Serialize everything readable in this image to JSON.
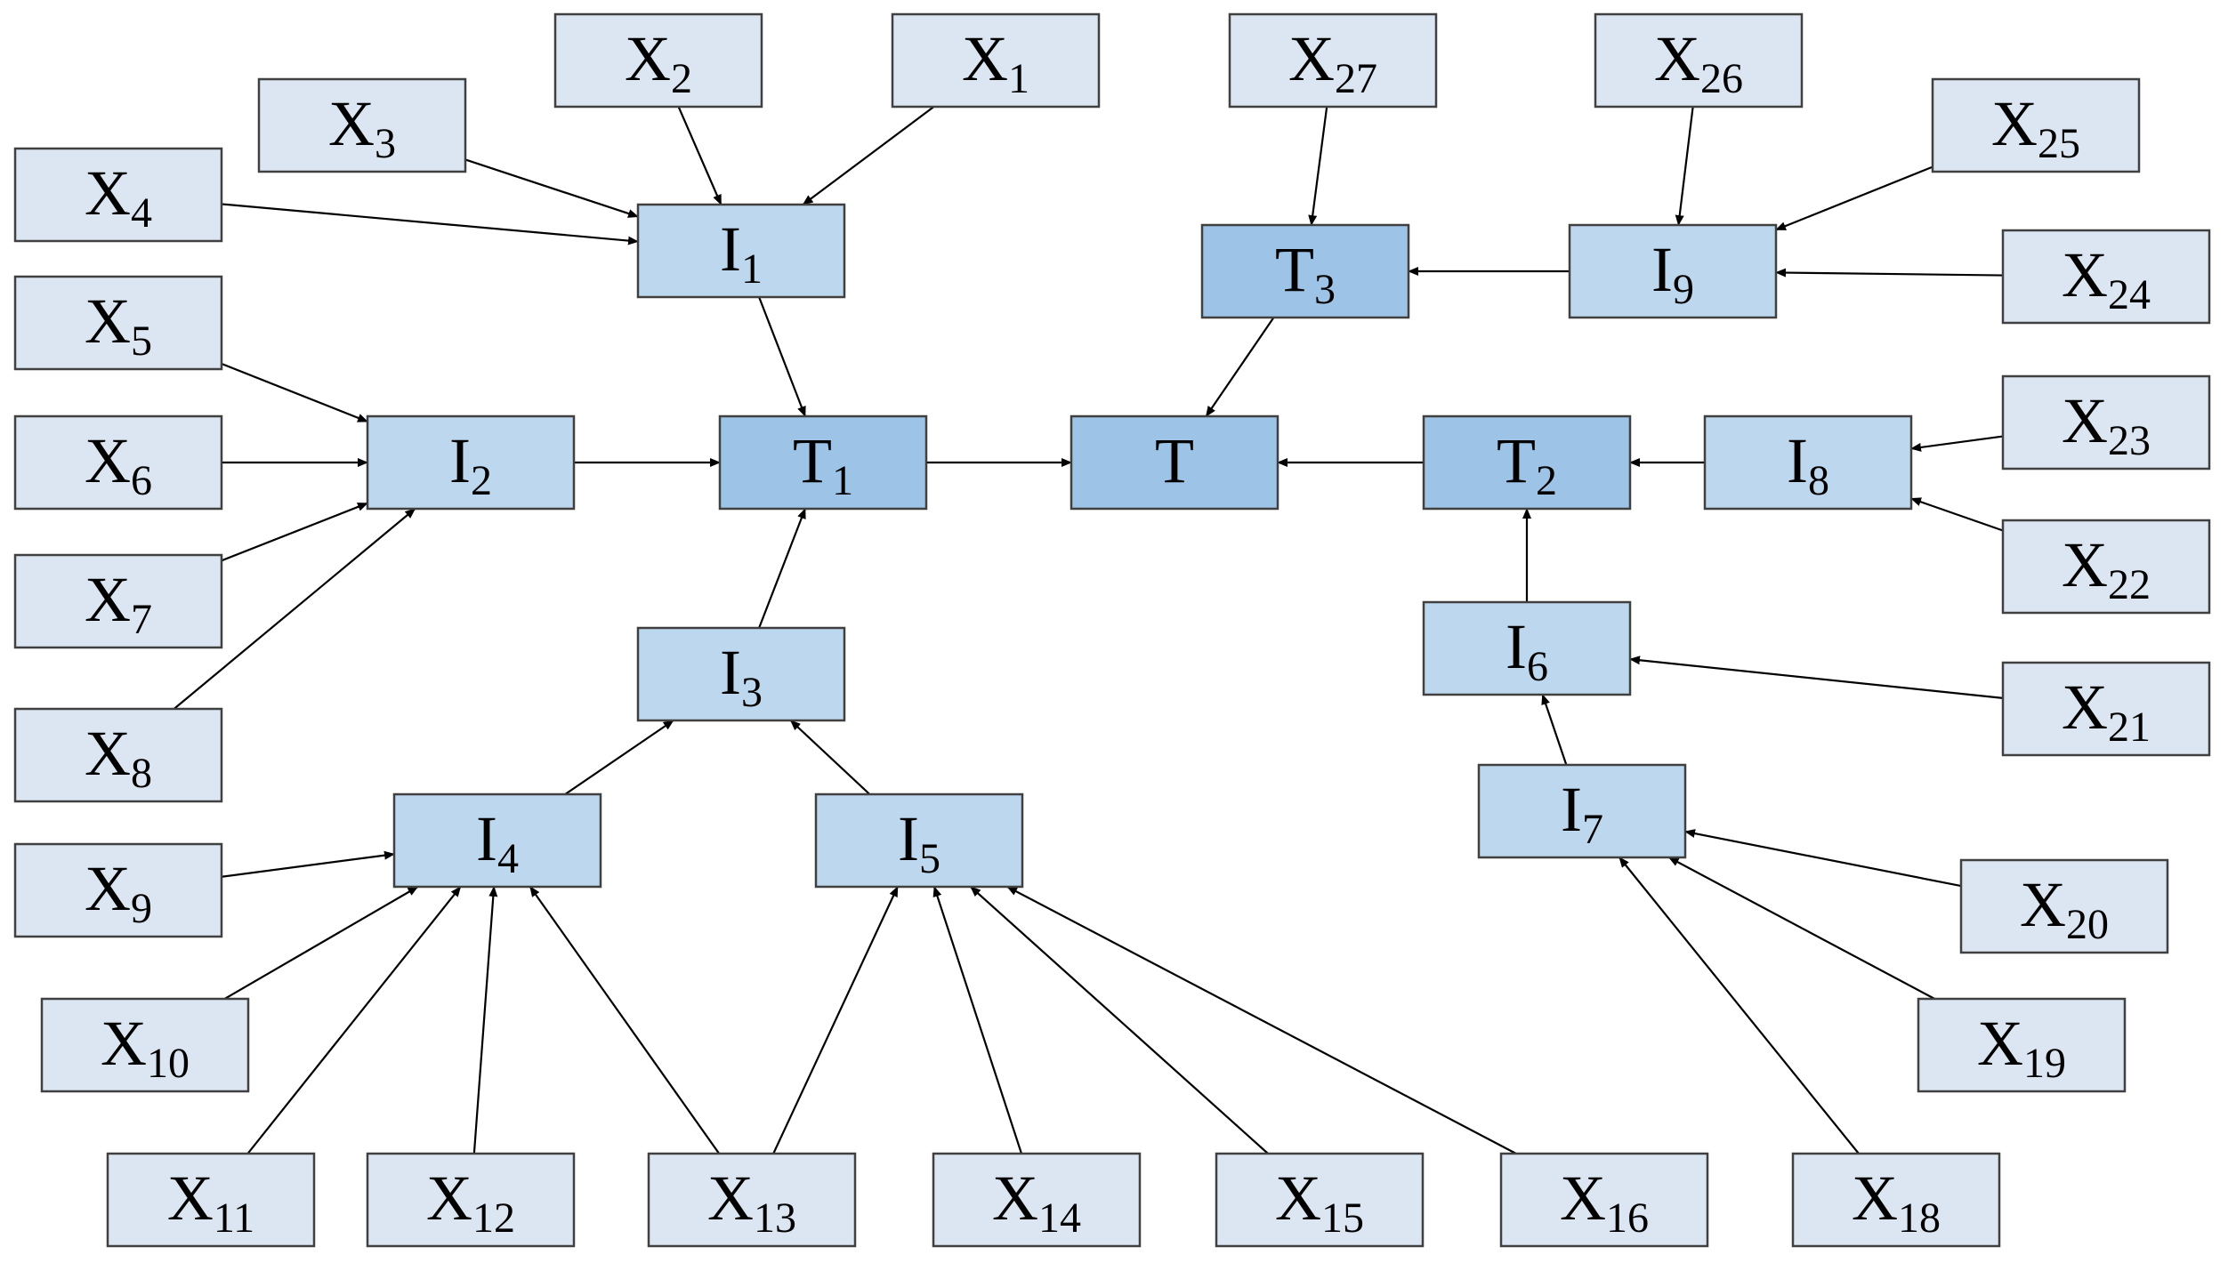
{
  "diagram": {
    "colors": {
      "leaf_fill": "#dce6f2",
      "intermediate_fill": "#bdd7ee",
      "subtotal_fill": "#9dc3e6",
      "border": "#404040",
      "edge": "#000000",
      "background": "#ffffff"
    },
    "nodes": [
      {
        "id": "X2",
        "base": "X",
        "sub": "2",
        "level": "leaf"
      },
      {
        "id": "X1",
        "base": "X",
        "sub": "1",
        "level": "leaf"
      },
      {
        "id": "X27",
        "base": "X",
        "sub": "27",
        "level": "leaf"
      },
      {
        "id": "X26",
        "base": "X",
        "sub": "26",
        "level": "leaf"
      },
      {
        "id": "X3",
        "base": "X",
        "sub": "3",
        "level": "leaf"
      },
      {
        "id": "X25",
        "base": "X",
        "sub": "25",
        "level": "leaf"
      },
      {
        "id": "X4",
        "base": "X",
        "sub": "4",
        "level": "leaf"
      },
      {
        "id": "I1",
        "base": "I",
        "sub": "1",
        "level": "intermediate"
      },
      {
        "id": "T3",
        "base": "T",
        "sub": "3",
        "level": "subtotal"
      },
      {
        "id": "I9",
        "base": "I",
        "sub": "9",
        "level": "intermediate"
      },
      {
        "id": "X24",
        "base": "X",
        "sub": "24",
        "level": "leaf"
      },
      {
        "id": "X5",
        "base": "X",
        "sub": "5",
        "level": "leaf"
      },
      {
        "id": "X23",
        "base": "X",
        "sub": "23",
        "level": "leaf"
      },
      {
        "id": "X6",
        "base": "X",
        "sub": "6",
        "level": "leaf"
      },
      {
        "id": "I2",
        "base": "I",
        "sub": "2",
        "level": "intermediate"
      },
      {
        "id": "T1",
        "base": "T",
        "sub": "1",
        "level": "subtotal"
      },
      {
        "id": "T",
        "base": "T",
        "sub": "",
        "level": "subtotal"
      },
      {
        "id": "T2",
        "base": "T",
        "sub": "2",
        "level": "subtotal"
      },
      {
        "id": "I8",
        "base": "I",
        "sub": "8",
        "level": "intermediate"
      },
      {
        "id": "X22",
        "base": "X",
        "sub": "22",
        "level": "leaf"
      },
      {
        "id": "X7",
        "base": "X",
        "sub": "7",
        "level": "leaf"
      },
      {
        "id": "I6",
        "base": "I",
        "sub": "6",
        "level": "intermediate"
      },
      {
        "id": "I3",
        "base": "I",
        "sub": "3",
        "level": "intermediate"
      },
      {
        "id": "X21",
        "base": "X",
        "sub": "21",
        "level": "leaf"
      },
      {
        "id": "X8",
        "base": "X",
        "sub": "8",
        "level": "leaf"
      },
      {
        "id": "I7",
        "base": "I",
        "sub": "7",
        "level": "intermediate"
      },
      {
        "id": "I4",
        "base": "I",
        "sub": "4",
        "level": "intermediate"
      },
      {
        "id": "I5",
        "base": "I",
        "sub": "5",
        "level": "intermediate"
      },
      {
        "id": "X9",
        "base": "X",
        "sub": "9",
        "level": "leaf"
      },
      {
        "id": "X20",
        "base": "X",
        "sub": "20",
        "level": "leaf"
      },
      {
        "id": "X10",
        "base": "X",
        "sub": "10",
        "level": "leaf"
      },
      {
        "id": "X19",
        "base": "X",
        "sub": "19",
        "level": "leaf"
      },
      {
        "id": "X11",
        "base": "X",
        "sub": "11",
        "level": "leaf"
      },
      {
        "id": "X12",
        "base": "X",
        "sub": "12",
        "level": "leaf"
      },
      {
        "id": "X13",
        "base": "X",
        "sub": "13",
        "level": "leaf"
      },
      {
        "id": "X14",
        "base": "X",
        "sub": "14",
        "level": "leaf"
      },
      {
        "id": "X15",
        "base": "X",
        "sub": "15",
        "level": "leaf"
      },
      {
        "id": "X16",
        "base": "X",
        "sub": "16",
        "level": "leaf"
      },
      {
        "id": "X18",
        "base": "X",
        "sub": "18",
        "level": "leaf"
      }
    ],
    "edges": [
      {
        "from": "X2",
        "to": "I1"
      },
      {
        "from": "X1",
        "to": "I1"
      },
      {
        "from": "X3",
        "to": "I1"
      },
      {
        "from": "X4",
        "to": "I1"
      },
      {
        "from": "I1",
        "to": "T1"
      },
      {
        "from": "X5",
        "to": "I2"
      },
      {
        "from": "X6",
        "to": "I2"
      },
      {
        "from": "X7",
        "to": "I2"
      },
      {
        "from": "X8",
        "to": "I2"
      },
      {
        "from": "I2",
        "to": "T1"
      },
      {
        "from": "I3",
        "to": "T1"
      },
      {
        "from": "I4",
        "to": "I3"
      },
      {
        "from": "I5",
        "to": "I3"
      },
      {
        "from": "X9",
        "to": "I4"
      },
      {
        "from": "X10",
        "to": "I4"
      },
      {
        "from": "X11",
        "to": "I4"
      },
      {
        "from": "X12",
        "to": "I4"
      },
      {
        "from": "X13",
        "to": "I4"
      },
      {
        "from": "X13",
        "to": "I5"
      },
      {
        "from": "X14",
        "to": "I5"
      },
      {
        "from": "X15",
        "to": "I5"
      },
      {
        "from": "X16",
        "to": "I5"
      },
      {
        "from": "T1",
        "to": "T"
      },
      {
        "from": "T2",
        "to": "T"
      },
      {
        "from": "T3",
        "to": "T"
      },
      {
        "from": "X27",
        "to": "T3"
      },
      {
        "from": "I9",
        "to": "T3"
      },
      {
        "from": "X26",
        "to": "I9"
      },
      {
        "from": "X25",
        "to": "I9"
      },
      {
        "from": "X24",
        "to": "I9"
      },
      {
        "from": "I8",
        "to": "T2"
      },
      {
        "from": "X23",
        "to": "I8"
      },
      {
        "from": "X22",
        "to": "I8"
      },
      {
        "from": "I6",
        "to": "T2"
      },
      {
        "from": "X21",
        "to": "I6"
      },
      {
        "from": "I7",
        "to": "I6"
      },
      {
        "from": "X20",
        "to": "I7"
      },
      {
        "from": "X19",
        "to": "I7"
      },
      {
        "from": "X18",
        "to": "I7"
      }
    ]
  }
}
